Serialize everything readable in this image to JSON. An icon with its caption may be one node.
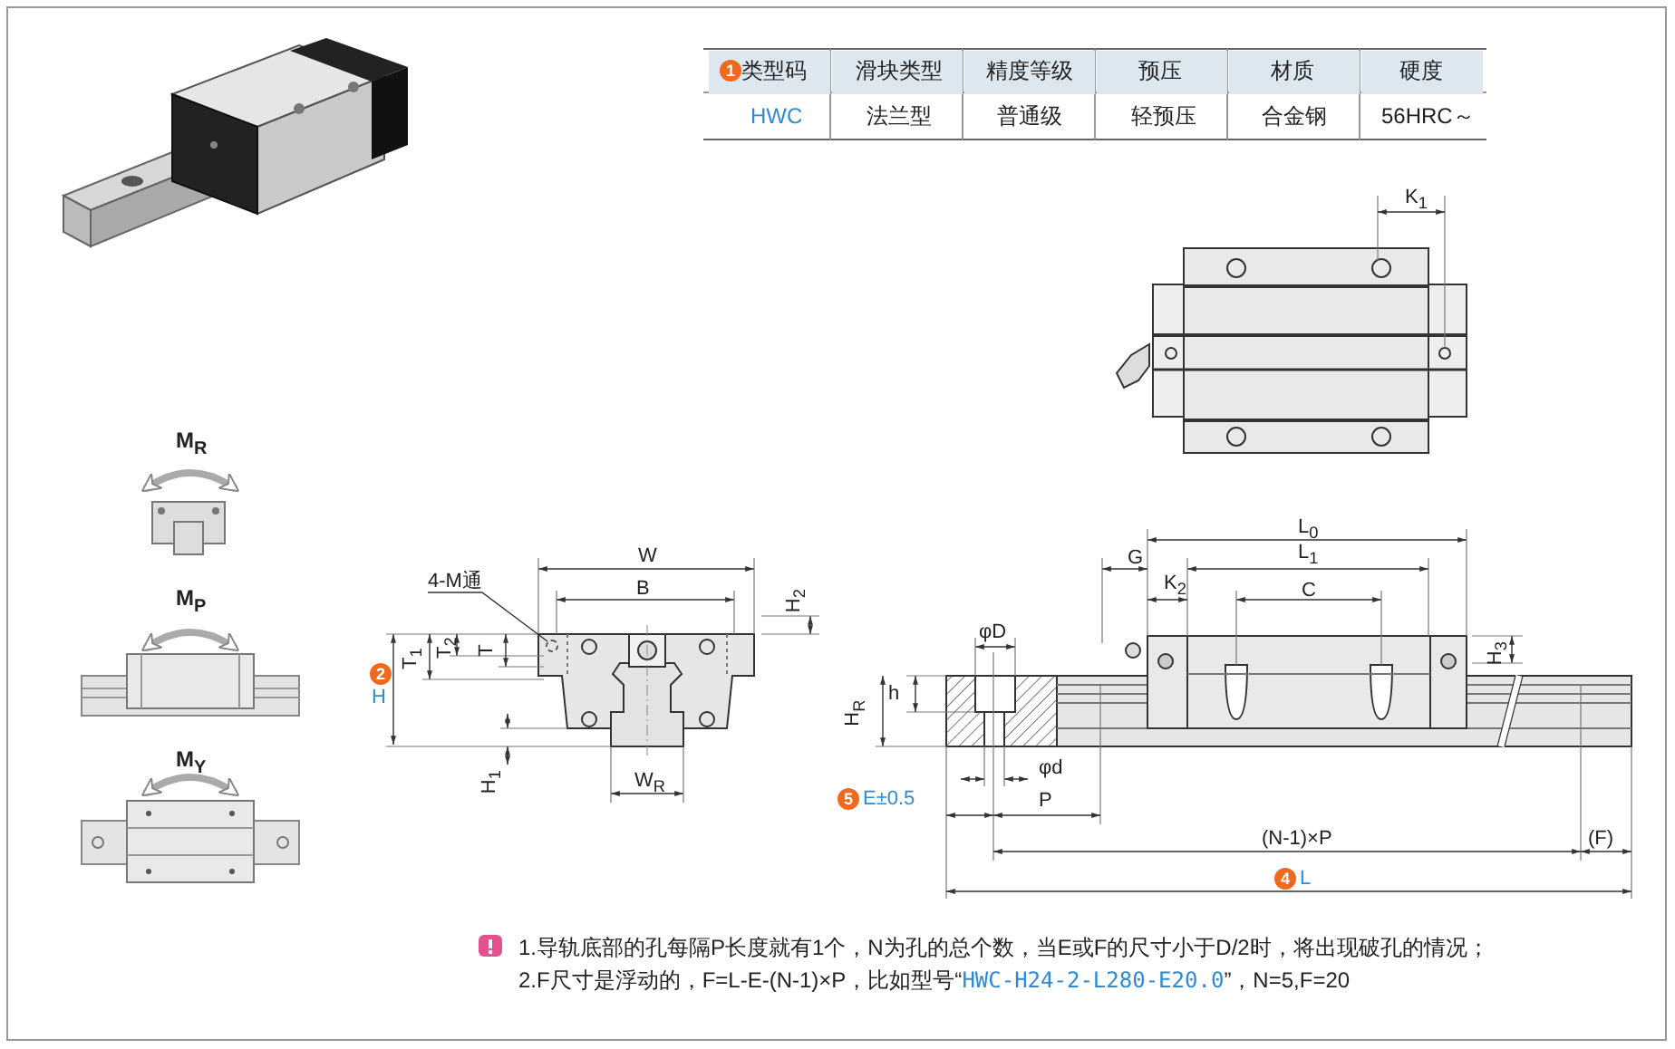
{
  "diagram": {
    "nodes": [
      {
        "text": [
          "4-M通"
        ]
      },
      {
        "text": [],
        "shape": "circle"
      }
    ],
    "edges": [
      {
        "from": 0,
        "to": 1,
        "arrow": "none"
      }
    ],
    "labels": [
      "1",
      "类型码",
      "滑块类型",
      "精度等级",
      "预压",
      "材质",
      "硬度",
      "HWC",
      "法兰型",
      "普通级",
      "轻预压",
      "合金钢",
      "56HRC～",
      "K$_{1}$",
      "M$_{R}$",
      "W",
      "B",
      "H$_{2}$",
      "L$_{0}$",
      "G",
      "L$_{1}$",
      "K$_{2}$",
      "C",
      "M$_{P}$",
      "T$_{1}$",
      "T$_{2}$",
      "T",
      "2",
      "H",
      "H$_{3}$",
      "φD",
      "h",
      "H$_{R}$",
      "H$_{1}$",
      "W$_{R}$",
      "φd",
      "5",
      "E±0.5",
      "P",
      "M$_{Y}$",
      "(N-1)×P",
      "(F)",
      "4",
      "L",
      "1.导轨底部的孔每隔P长度就有1个，N为孔的总个数，当E或F的尺寸小于D/2时，将出现破孔的情况；",
      "2.F尺寸是浮动的，F=L-E-(N-1)×P，比如型号“",
      "HWC-H24-2-L280-E20.0",
      "”，N=5,F=20"
    ]
  }
}
